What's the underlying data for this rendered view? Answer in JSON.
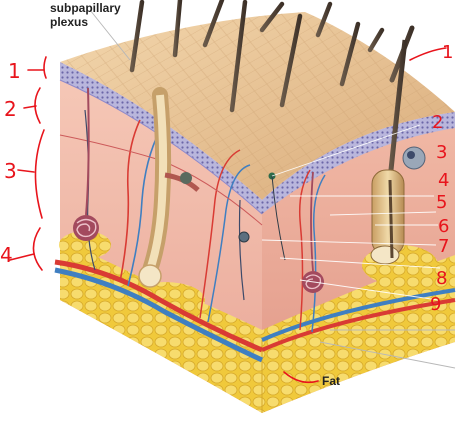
{
  "labels": {
    "top_label_line1": "subpapillary",
    "top_label_line2": "plexus",
    "fat_label": "Fat"
  },
  "handwritten": {
    "left_numbers": [
      "1",
      "2",
      "3",
      "4"
    ],
    "right_numbers": [
      "1",
      "2",
      "3",
      "4",
      "5",
      "6",
      "7",
      "8",
      "9"
    ]
  },
  "colors": {
    "annotation_red": "#e8141c",
    "epidermis": "#e9c79a",
    "dermis": "#eeb3a2",
    "fat": "#f2d24b",
    "artery": "#d93b34",
    "vein": "#3f7fc1"
  }
}
